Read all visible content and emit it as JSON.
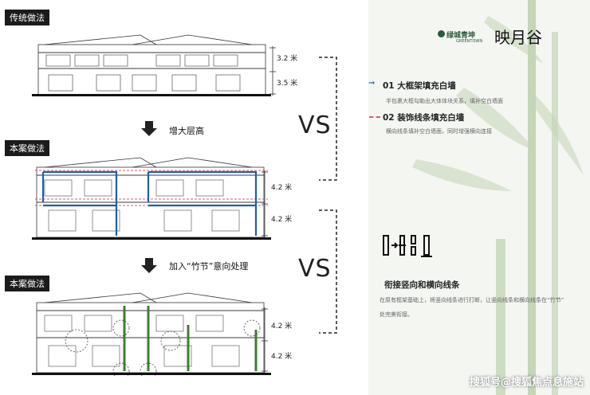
{
  "left": {
    "tag1": "传统做法",
    "tag2": "本案做法",
    "tag3": "本案做法",
    "step1": "增大层高",
    "step2": "加入“竹节”意向处理",
    "vs": "VS",
    "dims": {
      "top_upper": "3.2 米",
      "top_lower": "3.5 米",
      "mid_upper": "4.2 米",
      "mid_lower": "4.2 米",
      "bot_upper": "4.2 米",
      "bot_lower": "4.2 米"
    }
  },
  "right": {
    "brand": "绿城青坤",
    "brand_sub": "GREENTOWN",
    "logo": "映月谷",
    "item1_title": "01 大框架填充白墙",
    "item1_text": "半包裹大框勾勒出大体体块关系，填补空白墙面",
    "item2_title": "02 装饰线条填充白墙",
    "item2_text": "横向线条填补空白墙面，同时增强横向连接",
    "item3_title": "衔接竖向和横向线条",
    "item3_text_line1": "在原有框架基础上，将竖向线条进行打断，让竖向线条和横向线条在“竹节”",
    "item3_text_line2": "处完美衔接。"
  },
  "watermark": "搜狐号@搜狐焦点息施站",
  "colors": {
    "blue": "#1f5fa8",
    "green": "#3f7d33",
    "pink": "#d65a7a",
    "bamboo": "#a9c59a"
  }
}
